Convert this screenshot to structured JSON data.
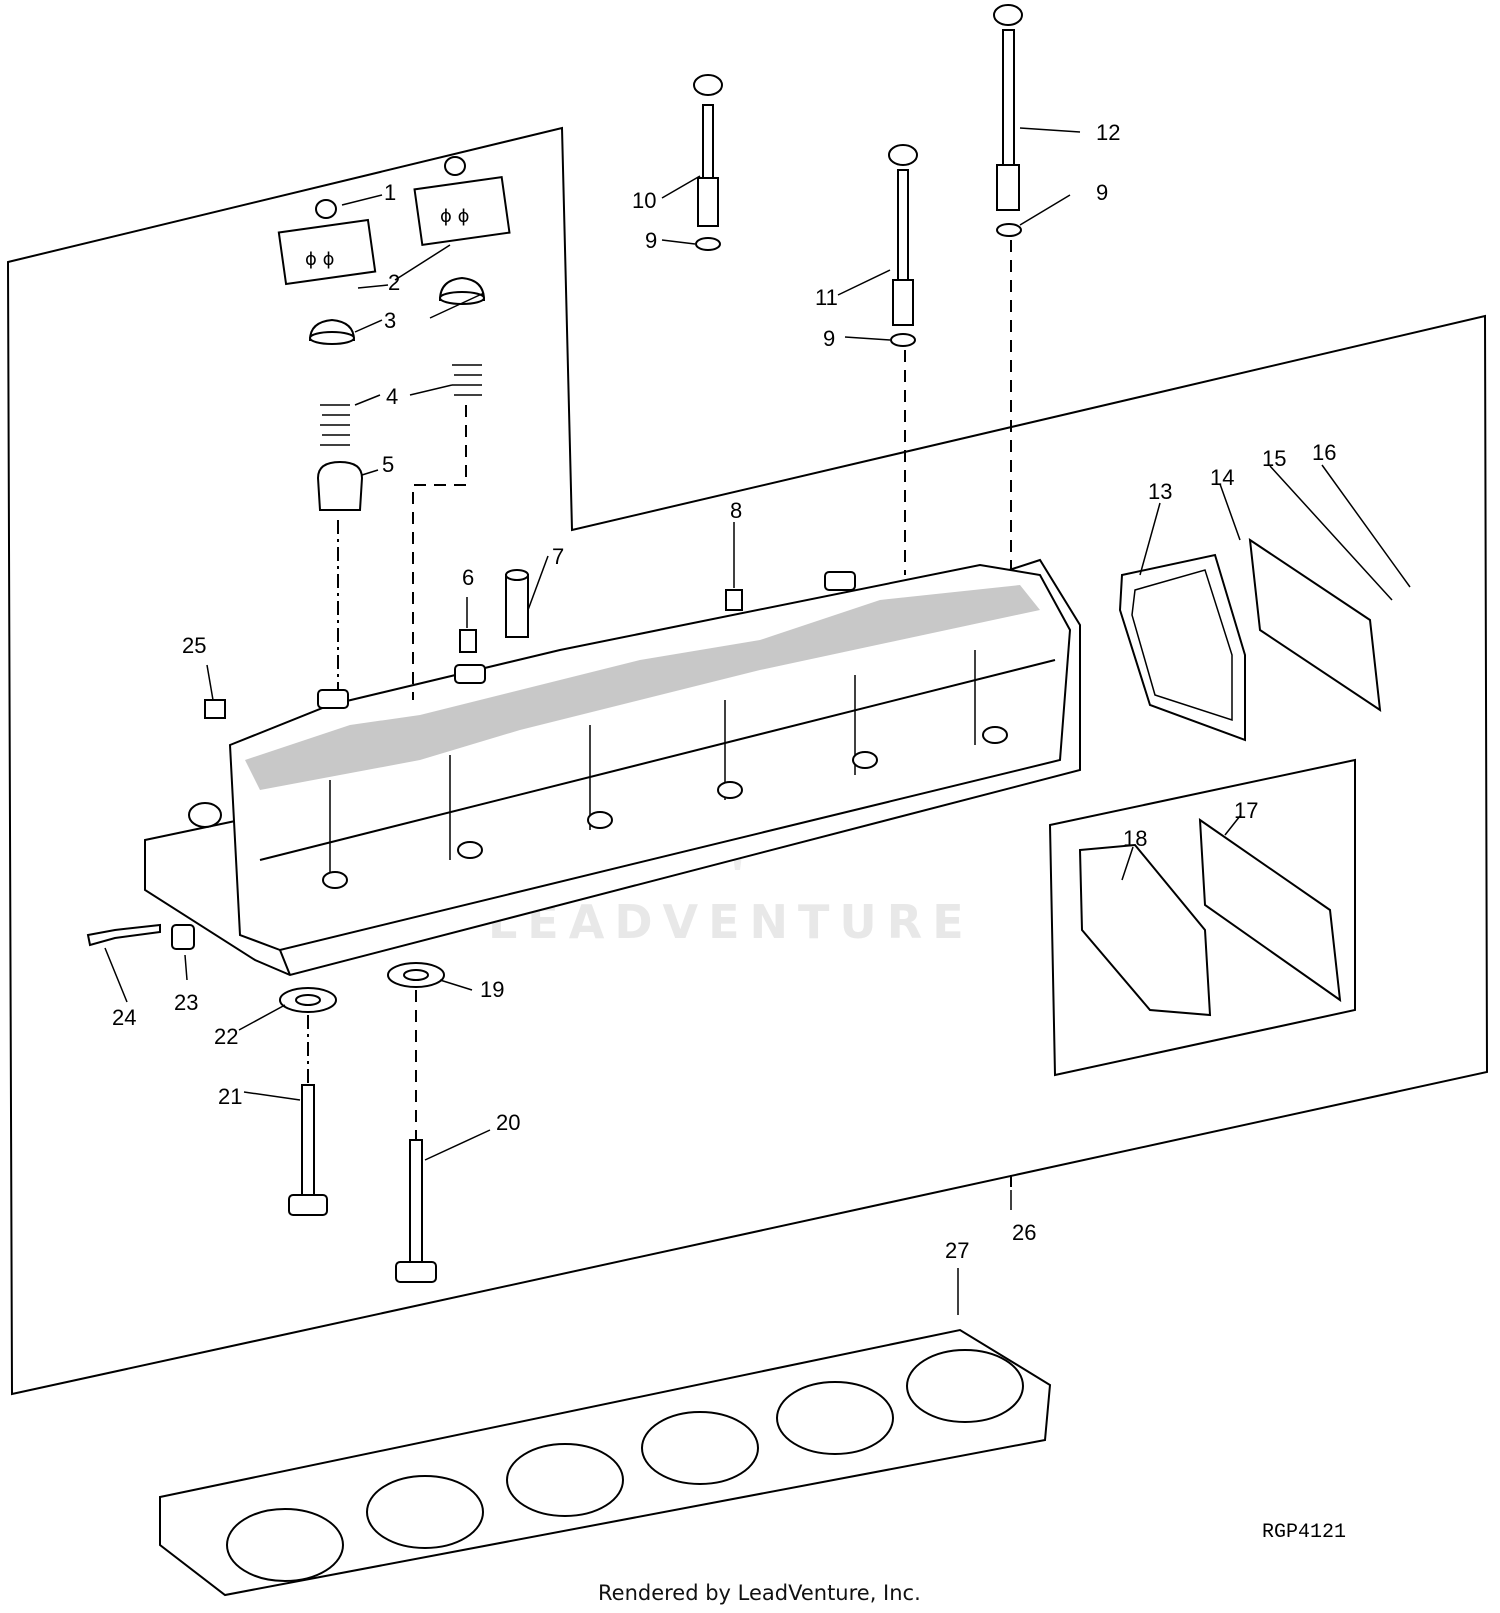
{
  "diagram": {
    "callouts": [
      "1",
      "2",
      "3",
      "4",
      "5",
      "6",
      "7",
      "8",
      "9",
      "9",
      "9",
      "10",
      "11",
      "12",
      "13",
      "14",
      "15",
      "16",
      "17",
      "18",
      "19",
      "20",
      "21",
      "22",
      "23",
      "24",
      "25",
      "26",
      "27"
    ],
    "figure_code": "RGP4121",
    "watermark": "LEADVENTURE",
    "footer": "Rendered by LeadVenture, Inc."
  }
}
